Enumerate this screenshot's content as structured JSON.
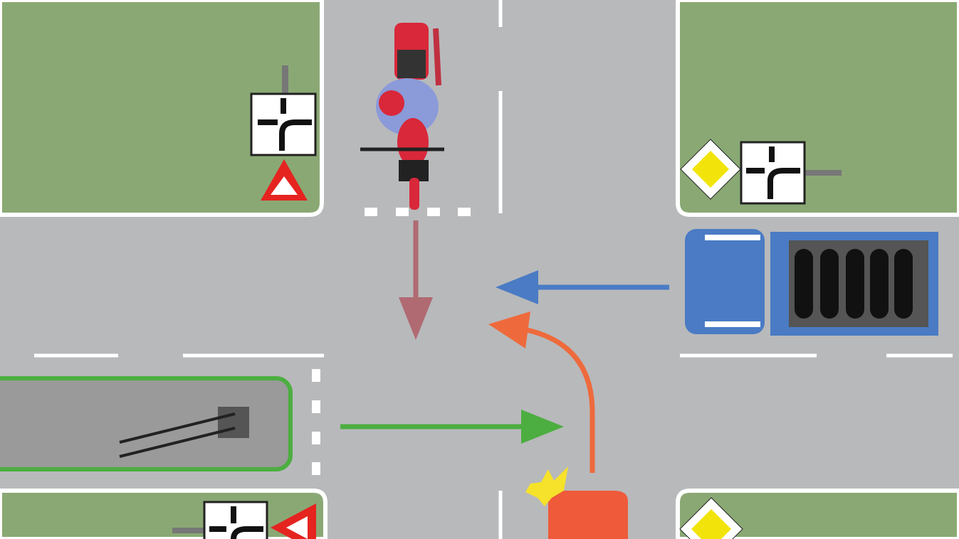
{
  "scene": {
    "type": "traffic-intersection-diagram",
    "colors": {
      "road": "#b8b9bb",
      "grass": "#8aa874",
      "lane_marking": "#ffffff",
      "motorcycle_arrow": "#b06a72",
      "truck_arrow": "#4a7bc4",
      "car_arrow": "#ee6a3c",
      "bus_arrow": "#4cae40",
      "truck_body": "#4a7bc4",
      "bus_body": "#4cae40",
      "car_body": "#ee5a3a",
      "motorcycle_body": "#d8283a",
      "priority_sign": "#f2e40a",
      "yield_sign": "#e52420"
    },
    "vehicles": [
      {
        "name": "motorcycle",
        "from": "north",
        "movement": "straight-south"
      },
      {
        "name": "truck",
        "from": "east",
        "movement": "straight-west"
      },
      {
        "name": "bus",
        "from": "west",
        "movement": "straight-east"
      },
      {
        "name": "car",
        "from": "south",
        "movement": "left-turn-west",
        "indicator": "left"
      }
    ],
    "signs": [
      {
        "corner": "north-west",
        "signs": [
          "yield",
          "priority-road-direction"
        ]
      },
      {
        "corner": "north-east",
        "signs": [
          "priority-road",
          "priority-road-direction"
        ]
      },
      {
        "corner": "south-west",
        "signs": [
          "yield",
          "priority-road-direction"
        ]
      },
      {
        "corner": "south-east",
        "signs": [
          "priority-road"
        ]
      }
    ]
  }
}
